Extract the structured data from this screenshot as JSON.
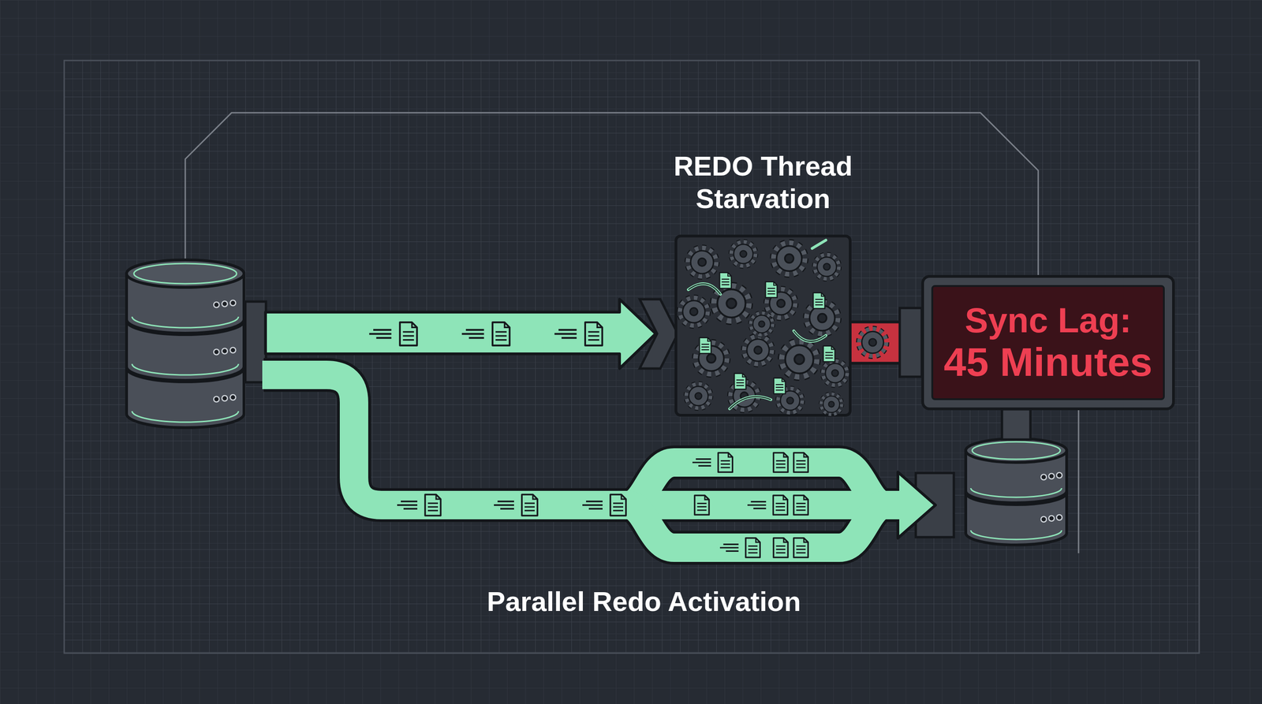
{
  "diagram": {
    "nodes": [
      {
        "text": [
          "REDO Thread Starvation"
        ]
      },
      {
        "text": [
          "Sync Lag:",
          "45 Minutes"
        ]
      }
    ],
    "edges": [
      {
        "from": 0,
        "to": 1,
        "arrow": "none"
      }
    ],
    "labels": [
      "Parallel Redo Activation"
    ]
  }
}
